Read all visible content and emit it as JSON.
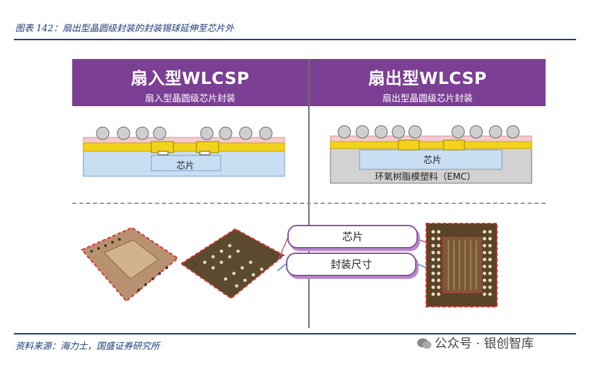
{
  "caption": "图表 142：扇出型晶圆级封装的封装锡球延伸至芯片外",
  "left_panel": {
    "title": "扇入型WLCSP",
    "subtitle": "扇入型晶圆级芯片封装",
    "chip_label": "芯片"
  },
  "right_panel": {
    "title": "扇出型WLCSP",
    "subtitle": "扇出型晶圆级芯片封装",
    "chip_label": "芯片",
    "emc_label": "环氧树脂模塑料（EMC）"
  },
  "callouts": {
    "chip": "芯片",
    "package_size": "封装尺寸"
  },
  "source": "资料来源：海力士，国盛证券研究所",
  "watermark": "公众号 · 银创智库",
  "colors": {
    "header": "#7b3f94",
    "title_blue": "#1a3a7a",
    "chip_yellow": "#f2d21b",
    "pink_layer": "#f4c9cf",
    "blue_base": "#c8def3",
    "emc_gray": "#d2d2d2"
  }
}
